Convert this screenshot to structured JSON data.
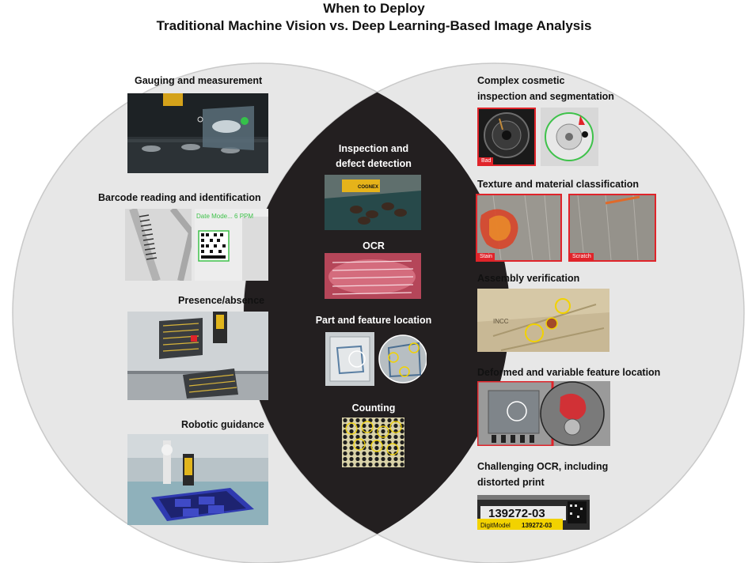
{
  "title": {
    "line1": "When to Deploy",
    "line2": "Traditional Machine Vision vs. Deep Learning-Based Image Analysis"
  },
  "left": {
    "items": [
      {
        "label": "Gauging and measurement"
      },
      {
        "label": "Barcode reading and identification",
        "overlay": "Date Mode... 6 PPM"
      },
      {
        "label": "Presence/absence"
      },
      {
        "label": "Robotic guidance"
      }
    ]
  },
  "center": {
    "items": [
      {
        "label_line1": "Inspection and",
        "label_line2": "defect detection",
        "brand": "COGNEX"
      },
      {
        "label": "OCR"
      },
      {
        "label": "Part and feature location"
      },
      {
        "label": "Counting"
      }
    ]
  },
  "right": {
    "items": [
      {
        "label_line1": "Complex cosmetic",
        "label_line2": "inspection and segmentation",
        "tag": "Bad"
      },
      {
        "label": "Texture and material classification",
        "tag_a": "Stain",
        "tag_b": "Scratch"
      },
      {
        "label": "Assembly verification",
        "marking": "INCC"
      },
      {
        "label": "Deformed and variable feature location"
      },
      {
        "label_line1": "Challenging OCR, including",
        "label_line2": "distorted print",
        "ocr_text": "139272-03",
        "ocr_caption": "DigitModel",
        "ocr_value": "139272-03"
      }
    ]
  },
  "colors": {
    "circle_fill": "#e7e7e7",
    "circle_stroke": "#c9c9c9",
    "overlap_fill": "#231f20",
    "alert_red": "#e0242a",
    "highlight_yellow": "#f2d200"
  }
}
